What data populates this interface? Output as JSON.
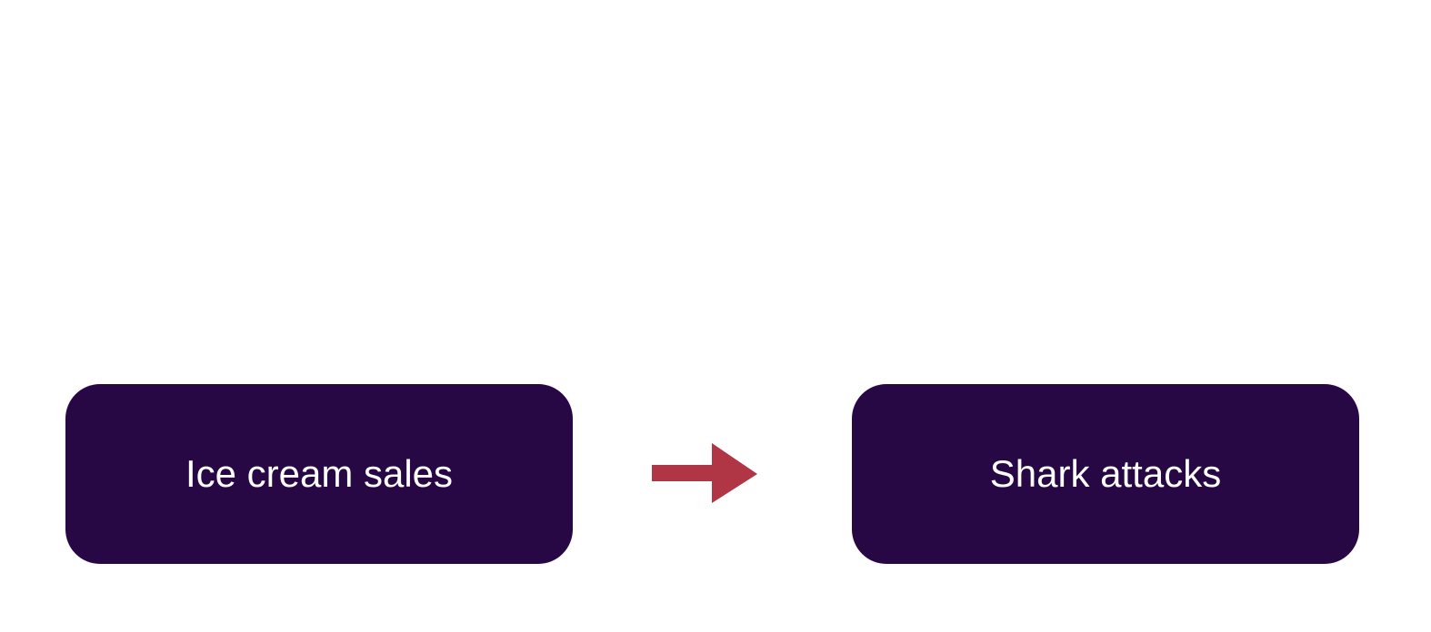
{
  "diagram": {
    "nodes": [
      {
        "id": "ice-cream-sales",
        "label": "Ice cream sales"
      },
      {
        "id": "shark-attacks",
        "label": "Shark attacks"
      }
    ],
    "edges": [
      {
        "from": "ice-cream-sales",
        "to": "shark-attacks"
      }
    ]
  },
  "colors": {
    "node_fill": "#270845",
    "node_text": "#ffffff",
    "arrow": "#b03545",
    "background": "#ffffff"
  }
}
